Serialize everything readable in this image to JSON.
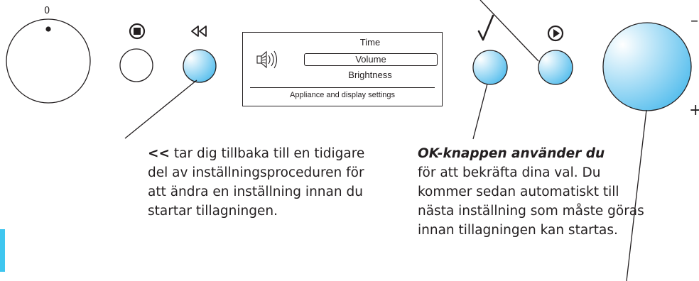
{
  "dial": {
    "zero_label": "0"
  },
  "display": {
    "speaker_icon": "speaker-icon",
    "menu_items": [
      "Time",
      "Volume",
      "Brightness"
    ],
    "selected_item": "Volume",
    "footer": "Appliance and display settings"
  },
  "icons": {
    "stop": "stop-icon",
    "back": "rewind-icon",
    "ok": "check-icon",
    "play": "play-icon"
  },
  "captions": {
    "back_key": "<<",
    "back_text": " tar dig tillbaka till en tidigare del av inställningsproceduren för att ändra en inställning innan du startar tillagningen.",
    "ok_heading": "OK-knappen använder du",
    "ok_text": "för att bekräfta dina val. Du kommer sedan automatiskt till nästa inställning som måste göras innan tillagningen kan startas."
  },
  "knob_labels": {
    "minus": "–",
    "plus": "+"
  },
  "colors": {
    "button_gradient_light": "#ffffff",
    "button_gradient_dark": "#49b9ec",
    "accent": "#3fc6ef",
    "line": "#231f20"
  }
}
